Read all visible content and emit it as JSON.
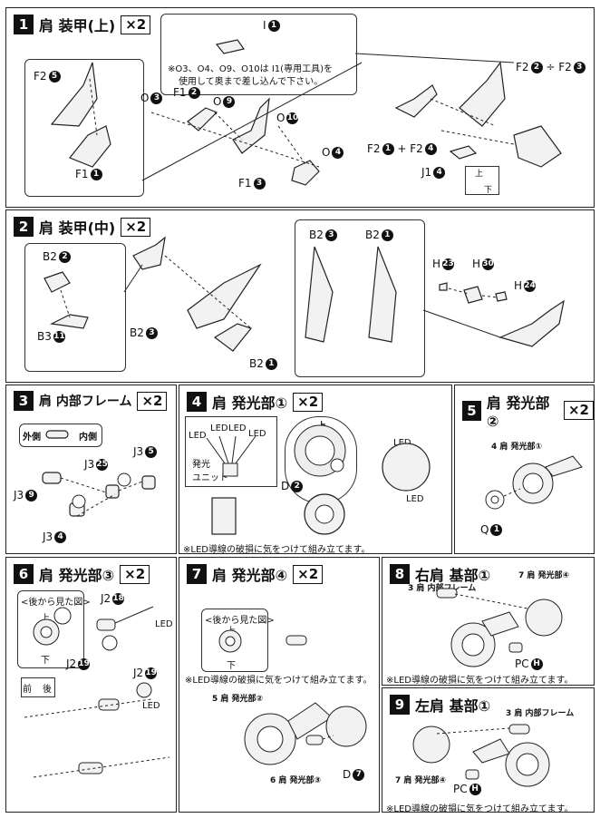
{
  "steps": [
    {
      "num": "1",
      "title": "肩 装甲(上)",
      "times": "×2"
    },
    {
      "num": "2",
      "title": "肩 装甲(中)",
      "times": "×2"
    },
    {
      "num": "3",
      "title": "肩 内部フレーム",
      "times": "×2"
    },
    {
      "num": "4",
      "title": "肩 発光部①",
      "times": "×2"
    },
    {
      "num": "5",
      "title": "肩 発光部②",
      "times": "×2"
    },
    {
      "num": "6",
      "title": "肩 発光部③",
      "times": "×2"
    },
    {
      "num": "7",
      "title": "肩 発光部④",
      "times": "×2"
    },
    {
      "num": "8",
      "title": "右肩 基部①",
      "times": ""
    },
    {
      "num": "9",
      "title": "左肩 基部①",
      "times": ""
    }
  ],
  "step1": {
    "note_line1": "※O3、O4、O9、O10は I1(専用工具)を",
    "note_line2": "使用して奥まで差し込んで下さい。",
    "labels": {
      "f2_5": "F2",
      "f1_1": "F1",
      "o3": "O",
      "f1_2": "F1",
      "o9": "O",
      "i1": "I",
      "o10": "O",
      "o4": "O",
      "f1_3": "F1",
      "f2_2": "F2",
      "f2_3": "÷ F2",
      "f2_1": "F2",
      "f2_4": "+ F2",
      "j1_4": "J1",
      "up": "上",
      "down": "下"
    },
    "nums": {
      "f2_5": "5",
      "f1_1": "1",
      "o3": "3",
      "f1_2": "2",
      "o9": "9",
      "i1": "1",
      "o10": "10",
      "o4": "4",
      "f1_3": "3",
      "f2_2": "2",
      "f2_3": "3",
      "f2_1": "1",
      "f2_4": "4",
      "j1_4": "4"
    }
  },
  "step2": {
    "labels": {
      "b2_2": "B2",
      "b3_11": "B3",
      "b2_3": "B2",
      "b2_1": "B2",
      "b2_3b": "B2",
      "b2_1b": "B2",
      "h23": "H",
      "h30": "H",
      "h24": "H"
    },
    "nums": {
      "b2_2": "2",
      "b3_11": "11",
      "b2_3": "3",
      "b2_1": "1",
      "b2_3b": "3",
      "b2_1b": "1",
      "h23": "23",
      "h30": "30",
      "h24": "24"
    }
  },
  "step3": {
    "outer": "外側",
    "inner": "内側",
    "labels": {
      "j3_25": "J3",
      "j3_5": "J3",
      "j3_9": "J3",
      "j3_4": "J3"
    },
    "nums": {
      "j3_25": "25",
      "j3_5": "5",
      "j3_9": "9",
      "j3_4": "4"
    }
  },
  "step4": {
    "led_labels": [
      "LED",
      "LED",
      "LED",
      "LED"
    ],
    "unit": "発光\nユニット",
    "up": "上",
    "d2": "D",
    "d2_num": "2",
    "led_up": "LED",
    "led_down": "LED",
    "note": "※LED導線の破損に気をつけて組み立てます。"
  },
  "step5": {
    "ref": "4 肩 発光部①",
    "q1": "Q",
    "q1_num": "1"
  },
  "step6": {
    "back_view": "<後から見た図>",
    "up": "上",
    "down": "下",
    "led": "LED",
    "j2_18": "J2",
    "j2_19a": "J2",
    "j2_19b": "J2",
    "n18": "18",
    "n19": "19",
    "front": "前",
    "back": "後",
    "led2": "LED"
  },
  "step7": {
    "back_view": "<後から見た図>",
    "up": "上",
    "down": "下",
    "note": "※LED導線の破損に気をつけて組み立てます。",
    "ref5": "5 肩 発光部②",
    "ref6": "6 肩 発光部③",
    "d7": "D",
    "d7_num": "7"
  },
  "step8": {
    "ref3": "3 肩 内部フレーム",
    "ref7": "7 肩 発光部④",
    "pch": "PC",
    "pch_num": "H",
    "note": "※LED導線の破損に気をつけて組み立てます。"
  },
  "step9": {
    "ref3": "3 肩 内部フレーム",
    "ref7": "7 肩 発光部④",
    "pch": "PC",
    "pch_num": "H",
    "note": "※LED導線の破損に気をつけて組み立てます。"
  }
}
